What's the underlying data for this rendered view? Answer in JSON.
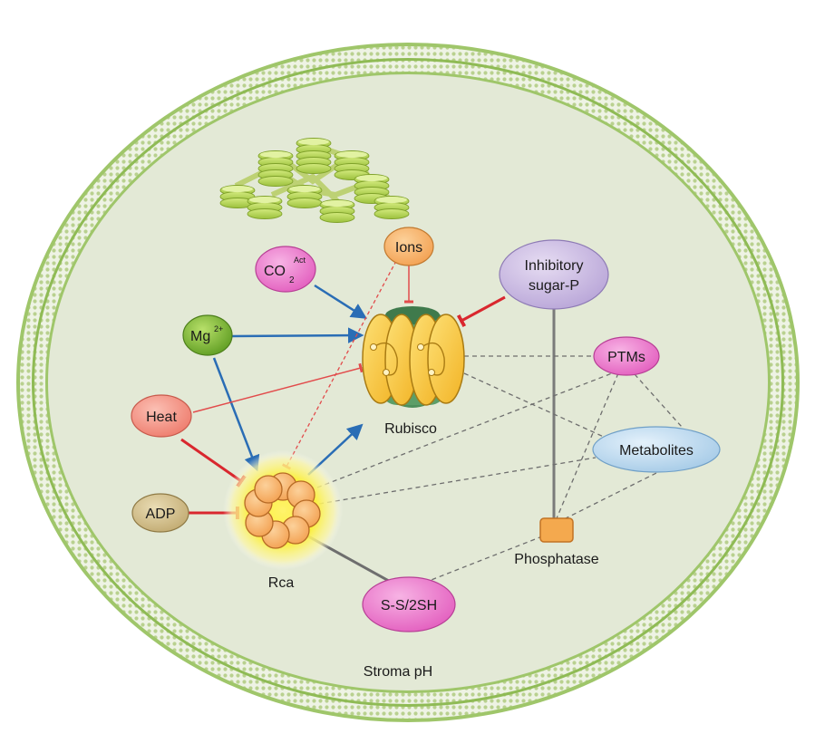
{
  "nodes": {
    "ions": "Ions",
    "co2": "CO",
    "co2_sub": "2",
    "co2_sup": "Act",
    "inhibitory_line1": "Inhibitory",
    "inhibitory_line2": "sugar-P",
    "mg": "Mg",
    "mg_sup": "2+",
    "ptms": "PTMs",
    "heat": "Heat",
    "metabolites": "Metabolites",
    "adp": "ADP",
    "ssh": "S-S/2SH"
  },
  "labels": {
    "rubisco": "Rubisco",
    "rca": "Rca",
    "phosphatase": "Phosphatase",
    "stroma": "Stroma pH"
  },
  "colors": {
    "activation_arrow": "#2a6db5",
    "inhibition_arrow": "#d9272e",
    "stroma_fill": "#e3e9d6",
    "membrane": "#8fbb55"
  }
}
